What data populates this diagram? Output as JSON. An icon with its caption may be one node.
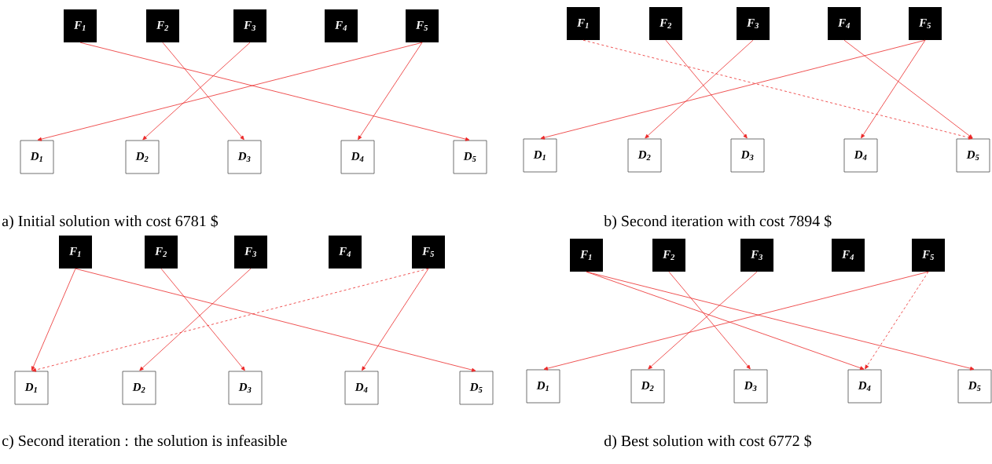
{
  "diagram": {
    "nodes": [
      {
        "text": [
          "F$_{1}$"
        ]
      },
      {
        "text": [
          "F$_{2}$"
        ]
      },
      {
        "text": [
          "F$_{3}$"
        ]
      },
      {
        "text": [
          "F$_{4}$"
        ]
      },
      {
        "text": [
          "F$_{5}$"
        ]
      },
      {
        "text": [
          "D$_{1}$"
        ]
      },
      {
        "text": [
          "D$_{2}$"
        ]
      },
      {
        "text": [
          "D$_{3}$"
        ]
      },
      {
        "text": [
          "D$_{4}$"
        ]
      },
      {
        "text": [
          "D$_{5}$"
        ]
      },
      {
        "text": [
          "F$_{1}$"
        ]
      },
      {
        "text": [
          "F$_{2}$"
        ]
      },
      {
        "text": [
          "F$_{3}$"
        ]
      },
      {
        "text": [
          "F$_{4}$"
        ]
      },
      {
        "text": [
          "F$_{5}$"
        ]
      },
      {
        "text": [
          "D$_{1}$"
        ]
      },
      {
        "text": [
          "D$_{2}$"
        ]
      },
      {
        "text": [
          "D$_{3}$"
        ]
      },
      {
        "text": [
          "D$_{4}$"
        ]
      },
      {
        "text": [
          "D$_{5}$"
        ]
      },
      {
        "text": [
          "F$_{1}$"
        ]
      },
      {
        "text": [
          "F$_{2}$"
        ]
      },
      {
        "text": [
          "F$_{3}$"
        ]
      },
      {
        "text": [
          "F$_{4}$"
        ]
      },
      {
        "text": [
          "F$_{5}$"
        ]
      },
      {
        "text": [
          "D$_{1}$"
        ]
      },
      {
        "text": [
          "D$_{2}$"
        ]
      },
      {
        "text": [
          "D$_{3}$"
        ]
      },
      {
        "text": [
          "D$_{4}$"
        ]
      },
      {
        "text": [
          "D$_{5}$"
        ]
      },
      {
        "text": [
          "F$_{1}$"
        ]
      },
      {
        "text": [
          "F$_{2}$"
        ]
      },
      {
        "text": [
          "F$_{3}$"
        ]
      },
      {
        "text": [
          "F$_{4}$"
        ]
      },
      {
        "text": [
          "F$_{5}$"
        ]
      },
      {
        "text": [
          "D$_{1}$"
        ]
      },
      {
        "text": [
          "D$_{2}$"
        ]
      },
      {
        "text": [
          "D$_{3}$"
        ]
      },
      {
        "text": [
          "D$_{4}$"
        ]
      },
      {
        "text": [
          "D$_{5}$"
        ]
      }
    ],
    "edges": [
      {
        "from": 0,
        "to": 9,
        "arrow": "to"
      },
      {
        "from": 1,
        "to": 7,
        "arrow": "to"
      },
      {
        "from": 2,
        "to": 6,
        "arrow": "to"
      },
      {
        "from": 4,
        "to": 5,
        "arrow": "to"
      },
      {
        "from": 4,
        "to": 8,
        "arrow": "to"
      },
      {
        "from": 10,
        "to": 19,
        "arrow": "to",
        "style": "dashed"
      },
      {
        "from": 11,
        "to": 17,
        "arrow": "to"
      },
      {
        "from": 12,
        "to": 16,
        "arrow": "to"
      },
      {
        "from": 13,
        "to": 19,
        "arrow": "to"
      },
      {
        "from": 14,
        "to": 15,
        "arrow": "to"
      },
      {
        "from": 14,
        "to": 18,
        "arrow": "to"
      },
      {
        "from": 20,
        "to": 25,
        "arrow": "to"
      },
      {
        "from": 20,
        "to": 29,
        "arrow": "to"
      },
      {
        "from": 21,
        "to": 27,
        "arrow": "to"
      },
      {
        "from": 22,
        "to": 26,
        "arrow": "to"
      },
      {
        "from": 24,
        "to": 25,
        "arrow": "to",
        "style": "dashed"
      },
      {
        "from": 24,
        "to": 28,
        "arrow": "to"
      },
      {
        "from": 30,
        "to": 38,
        "arrow": "to"
      },
      {
        "from": 30,
        "to": 39,
        "arrow": "to"
      },
      {
        "from": 31,
        "to": 37,
        "arrow": "to"
      },
      {
        "from": 32,
        "to": 36,
        "arrow": "to"
      },
      {
        "from": 34,
        "to": 35,
        "arrow": "to"
      },
      {
        "from": 34,
        "to": 38,
        "arrow": "to",
        "style": "dashed"
      }
    ],
    "labels": [
      "a)  Initial solution with cost 6781 $",
      "b)  Second iteration with cost 7894 $",
      "c)  Second iteration : the solution is infeasible",
      "d)  Best solution with cost 6772 $"
    ]
  }
}
